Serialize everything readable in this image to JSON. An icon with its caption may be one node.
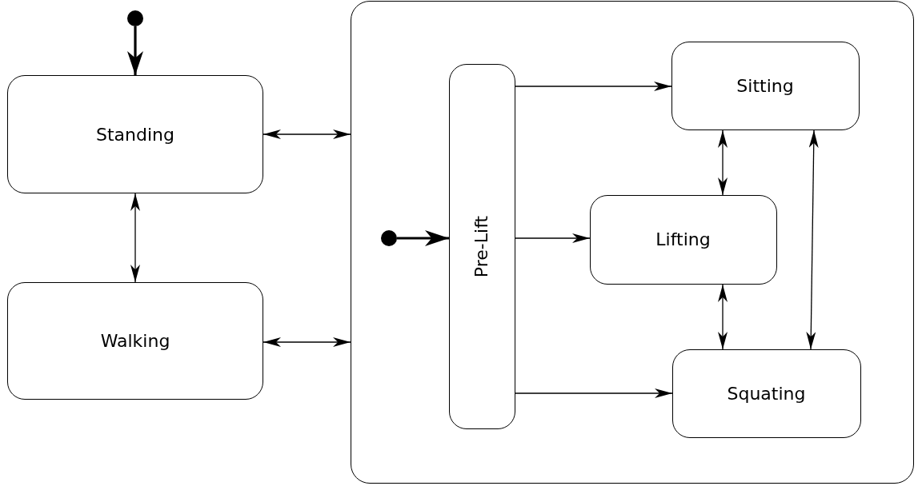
{
  "diagram": {
    "nodes": [
      {
        "text": [],
        "shape": "circle"
      },
      {
        "text": [
          "Standing"
        ]
      },
      {
        "text": [
          "Walking"
        ]
      },
      {
        "text": [],
        "shape": "box"
      },
      {
        "text": [
          "Pre-Lift"
        ],
        "in": 3
      },
      {
        "text": [
          "Sitting"
        ],
        "in": 3
      },
      {
        "text": [
          "Lifting"
        ],
        "in": 3
      },
      {
        "text": [
          "Squating"
        ],
        "in": 3
      },
      {
        "text": [],
        "shape": "circle",
        "in": 3
      }
    ],
    "edges": [
      {
        "from": 0,
        "to": 1,
        "arrow": "to",
        "style": "thick"
      },
      {
        "from": 1,
        "to": 3,
        "arrow": "both"
      },
      {
        "from": 1,
        "to": 2,
        "arrow": "both"
      },
      {
        "from": 2,
        "to": 3,
        "arrow": "both"
      },
      {
        "from": 8,
        "to": 4,
        "arrow": "to",
        "style": "thick"
      },
      {
        "from": 4,
        "to": 5,
        "arrow": "to"
      },
      {
        "from": 4,
        "to": 6,
        "arrow": "to"
      },
      {
        "from": 4,
        "to": 7,
        "arrow": "to"
      },
      {
        "from": 5,
        "to": 6,
        "arrow": "both"
      },
      {
        "from": 6,
        "to": 7,
        "arrow": "both"
      },
      {
        "from": 5,
        "to": 7,
        "arrow": "both"
      }
    ]
  }
}
